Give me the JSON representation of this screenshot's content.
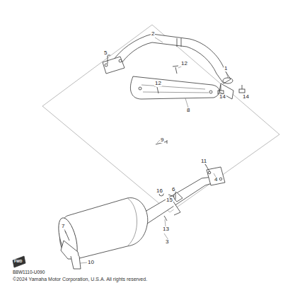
{
  "diagram": {
    "labels": [
      "5",
      "2",
      "1",
      "12",
      "12",
      "8",
      "9",
      "14",
      "14",
      "11",
      "4",
      "16",
      "6",
      "15",
      "13",
      "3",
      "7",
      "10",
      "FWD",
      "B8W1110-U090",
      "©2024 Yamaha Motor Corporation, U.S.A. All rights reserved."
    ]
  }
}
